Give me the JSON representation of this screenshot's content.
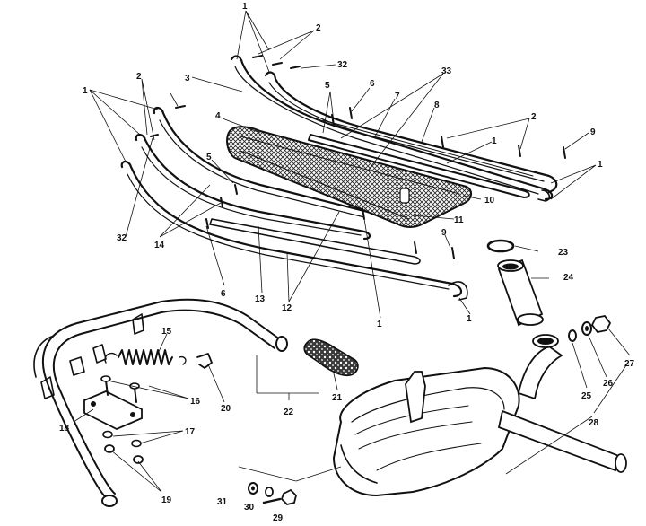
{
  "labels": {
    "l1a": "1",
    "l1b": "1",
    "l1c": "1",
    "l1d": "1",
    "l1e": "1",
    "l1f": "1",
    "l2a": "2",
    "l2b": "2",
    "l2c": "2",
    "l3": "3",
    "l4": "4",
    "l5a": "5",
    "l5b": "5",
    "l6a": "6",
    "l6b": "6",
    "l7": "7",
    "l8": "8",
    "l9a": "9",
    "l9b": "9",
    "l10": "10",
    "l11": "11",
    "l12": "12",
    "l13": "13",
    "l14": "14",
    "l15": "15",
    "l16": "16",
    "l17": "17",
    "l18": "18",
    "l19": "19",
    "l20": "20",
    "l21": "21",
    "l22": "22",
    "l23": "23",
    "l24": "24",
    "l25": "25",
    "l26": "26",
    "l27": "27",
    "l28": "28",
    "l29": "29",
    "l30": "30",
    "l31": "31",
    "l32a": "32",
    "l32b": "32",
    "l33": "33"
  },
  "colors": {
    "ink": "#111111",
    "paper": "#ffffff",
    "mesh": "#2a2a2a"
  }
}
